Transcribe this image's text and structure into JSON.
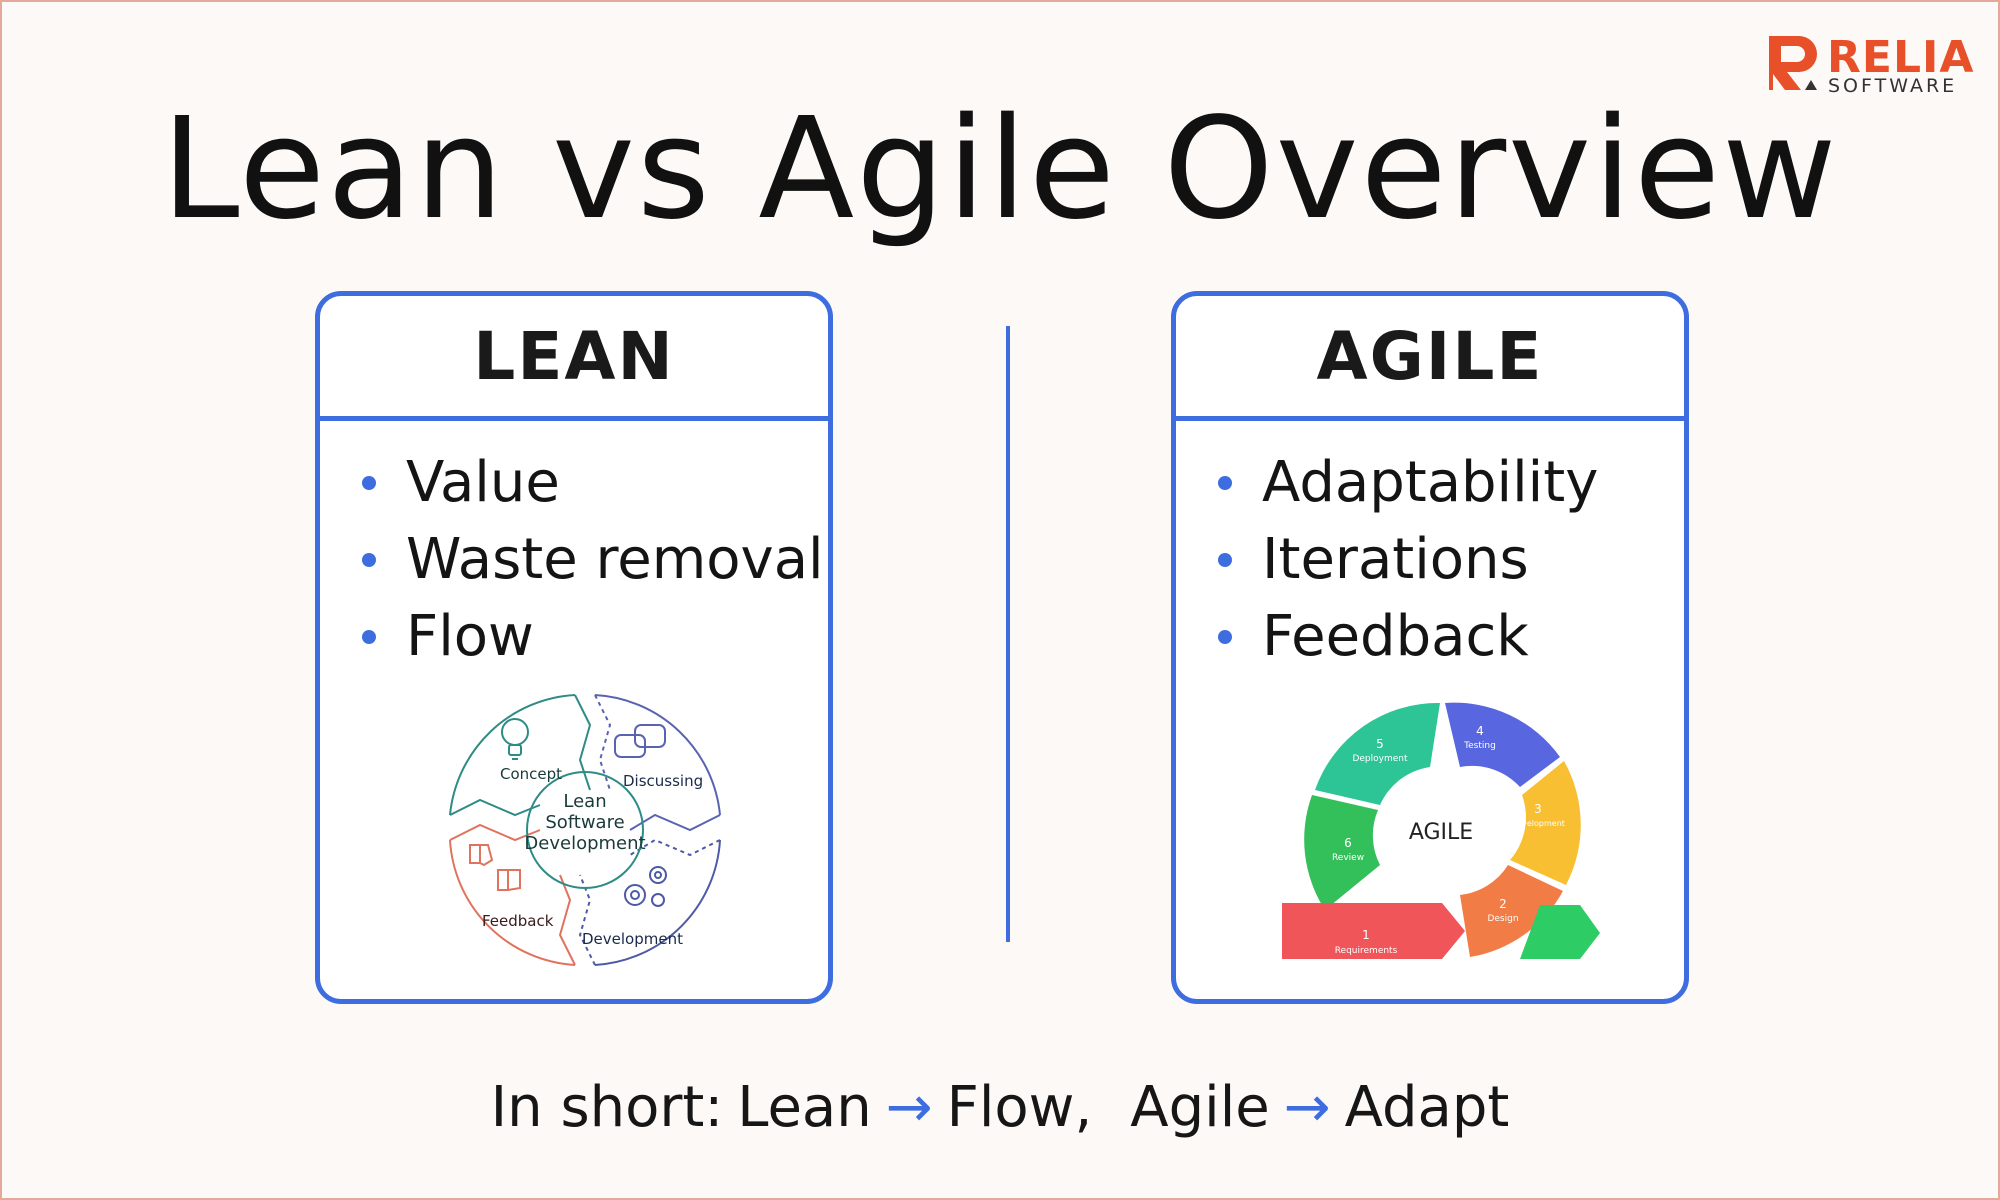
{
  "logo": {
    "brand": "RELIA",
    "sub": "SOFTWARE",
    "color": "#e8502a"
  },
  "title": "Lean vs Agile Overview",
  "accent_color": "#3e6ddf",
  "lean": {
    "header": "LEAN",
    "bullets": [
      "Value",
      "Waste removal",
      "Flow"
    ],
    "diagram": {
      "center": [
        "Lean",
        "Software",
        "Development"
      ],
      "segments": [
        {
          "label": "Concept",
          "icon": "lightbulb-icon",
          "color": "#2e8b86"
        },
        {
          "label": "Discussing",
          "icon": "chat-bubbles-icon",
          "color": "#5a63b0"
        },
        {
          "label": "Development",
          "icon": "gears-icon",
          "color": "#4d5aa6"
        },
        {
          "label": "Feedback",
          "icon": "thumbs-icon",
          "color": "#e0735e"
        }
      ]
    }
  },
  "agile": {
    "header": "AGILE",
    "bullets": [
      "Adaptability",
      "Iterations",
      "Feedback"
    ],
    "diagram": {
      "center": "AGILE",
      "steps": [
        {
          "num": "1",
          "label": "Requirements",
          "color": "#f0555a"
        },
        {
          "num": "2",
          "label": "Design",
          "color": "#f27c45"
        },
        {
          "num": "3",
          "label": "Development",
          "color": "#f8bf32"
        },
        {
          "num": "4",
          "label": "Testing",
          "color": "#5866e0"
        },
        {
          "num": "5",
          "label": "Deployment",
          "color": "#2dc496"
        },
        {
          "num": "6",
          "label": "Review",
          "color": "#33c05a"
        }
      ]
    }
  },
  "summary": {
    "prefix": "In short:",
    "lean": "Lean",
    "arrow": "→",
    "lean_result": "Flow,",
    "agile": "Agile",
    "agile_result": "Adapt"
  }
}
